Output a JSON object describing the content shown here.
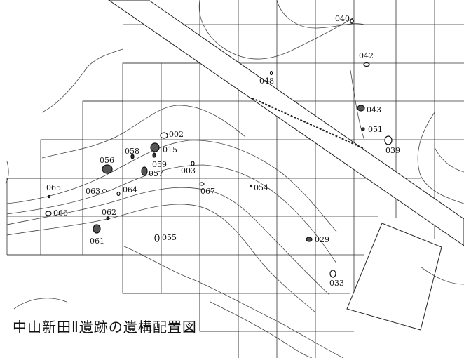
{
  "title": "中山新田Ⅱ遺跡の遺構配置図",
  "features": [
    {
      "id": "040"
    },
    {
      "id": "042"
    },
    {
      "id": "048"
    },
    {
      "id": "043"
    },
    {
      "id": "051"
    },
    {
      "id": "039"
    },
    {
      "id": "002"
    },
    {
      "id": "015"
    },
    {
      "id": "058"
    },
    {
      "id": "056"
    },
    {
      "id": "059"
    },
    {
      "id": "057"
    },
    {
      "id": "003"
    },
    {
      "id": "054"
    },
    {
      "id": "067"
    },
    {
      "id": "065"
    },
    {
      "id": "063"
    },
    {
      "id": "064"
    },
    {
      "id": "066"
    },
    {
      "id": "062"
    },
    {
      "id": "061"
    },
    {
      "id": "055"
    },
    {
      "id": "029"
    },
    {
      "id": "033"
    }
  ]
}
